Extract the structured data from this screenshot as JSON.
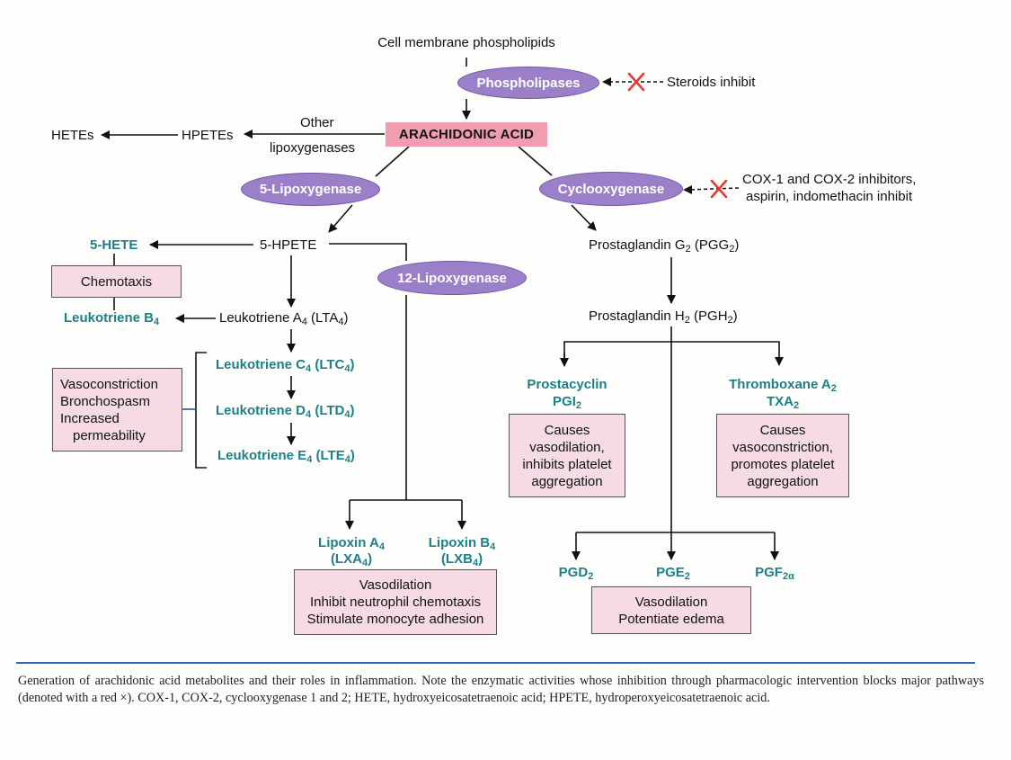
{
  "nodes": {
    "cell_membrane": "Cell membrane phospholipids",
    "phospholipases": "Phospholipases",
    "steroids": "Steroids inhibit",
    "arachidonic": "ARACHIDONIC ACID",
    "other": "Other",
    "lipoxygenases": "lipoxygenases",
    "hpetes": "HPETEs",
    "hetes": "HETEs",
    "lipox5": "5-Lipoxygenase",
    "cyclo": "Cyclooxygenase",
    "cox_inhib_1": "COX-1 and COX-2 inhibitors,",
    "cox_inhib_2": "aspirin, indomethacin inhibit",
    "hpete5": "5-HPETE",
    "hete5": "5-HETE",
    "chemotaxis": "Chemotaxis",
    "lipox12": "12-Lipoxygenase",
    "ltb4": "Leukotriene B",
    "lta4_a": "Leukotriene A",
    "lta4_b": " (LTA",
    "ltc4_a": "Leukotriene C",
    "ltc4_b": " (LTC",
    "ltd4_a": "Leukotriene D",
    "ltd4_b": " (LTD",
    "lte4_a": "Leukotriene E",
    "lte4_b": " (LTE",
    "sub4": "4",
    "sub2": "2",
    "close": ")",
    "vaso1": "Vasoconstriction",
    "vaso2": "Bronchospasm",
    "vaso3": "Increased",
    "vaso4": "permeability",
    "pgg2_a": "Prostaglandin G",
    "pgg2_b": " (PGG",
    "pgh2_a": "Prostaglandin H",
    "pgh2_b": " (PGH",
    "prostacyclin": "Prostacyclin",
    "pgi": "PGI",
    "thromb": "Thromboxane A",
    "txa": "TXA",
    "pgi_box": [
      "Causes",
      "vasodilation,",
      "inhibits platelet",
      "aggregation"
    ],
    "txa_box": [
      "Causes",
      "vasoconstriction,",
      "promotes platelet",
      "aggregation"
    ],
    "lxa_a": "Lipoxin A",
    "lxa_b": "(LXA",
    "lxb_a": "Lipoxin B",
    "lxb_b": "(LXB",
    "lipoxin_box": [
      "Vasodilation",
      "Inhibit neutrophil chemotaxis",
      "Stimulate monocyte adhesion"
    ],
    "pgd": "PGD",
    "pge": "PGE",
    "pgf": "PGF",
    "pgf_sub": "2α",
    "pg_box": [
      "Vasodilation",
      "Potentiate edema"
    ]
  },
  "caption": "Generation of arachidonic acid metabolites and their roles in inflammation. Note the enzymatic activities whose inhibition through pharmacologic intervention blocks major pathways (denoted with a red ×). COX-1, COX-2, cyclooxygenase 1 and 2; HETE, hydroxyeicosatetraenoic acid; HPETE, hydroperoxyeicosatetraenoic acid.",
  "colors": {
    "oval": "#9b80c9",
    "highlight": "#f19db1",
    "box": "#f6dbe4",
    "green": "#1f7f86",
    "inhibit": "#e53935",
    "rule": "#2f66c2"
  }
}
